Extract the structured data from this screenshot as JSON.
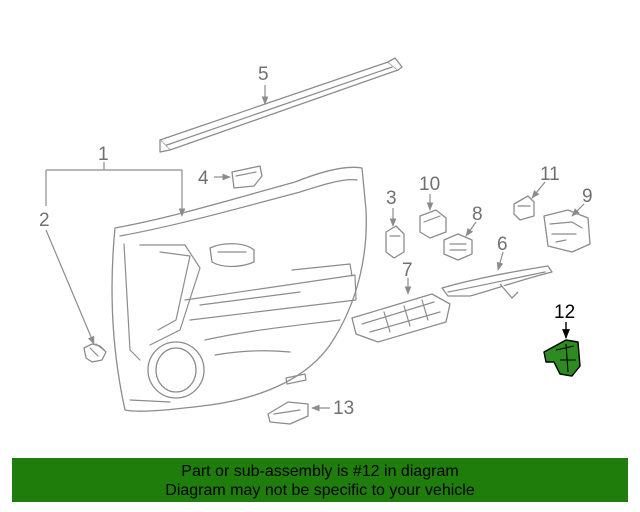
{
  "diagram": {
    "callouts": [
      "1",
      "2",
      "3",
      "4",
      "5",
      "6",
      "7",
      "8",
      "9",
      "10",
      "11",
      "12",
      "13"
    ],
    "highlighted_part": "12",
    "colors": {
      "part_lines": "#8c8c8c",
      "highlight_fill": "#2e8b1f",
      "banner_bg": "#1e7d0b"
    }
  },
  "banner": {
    "line1": "Part or sub-assembly is #12 in diagram",
    "line2": "Diagram may not be specific to your vehicle"
  }
}
